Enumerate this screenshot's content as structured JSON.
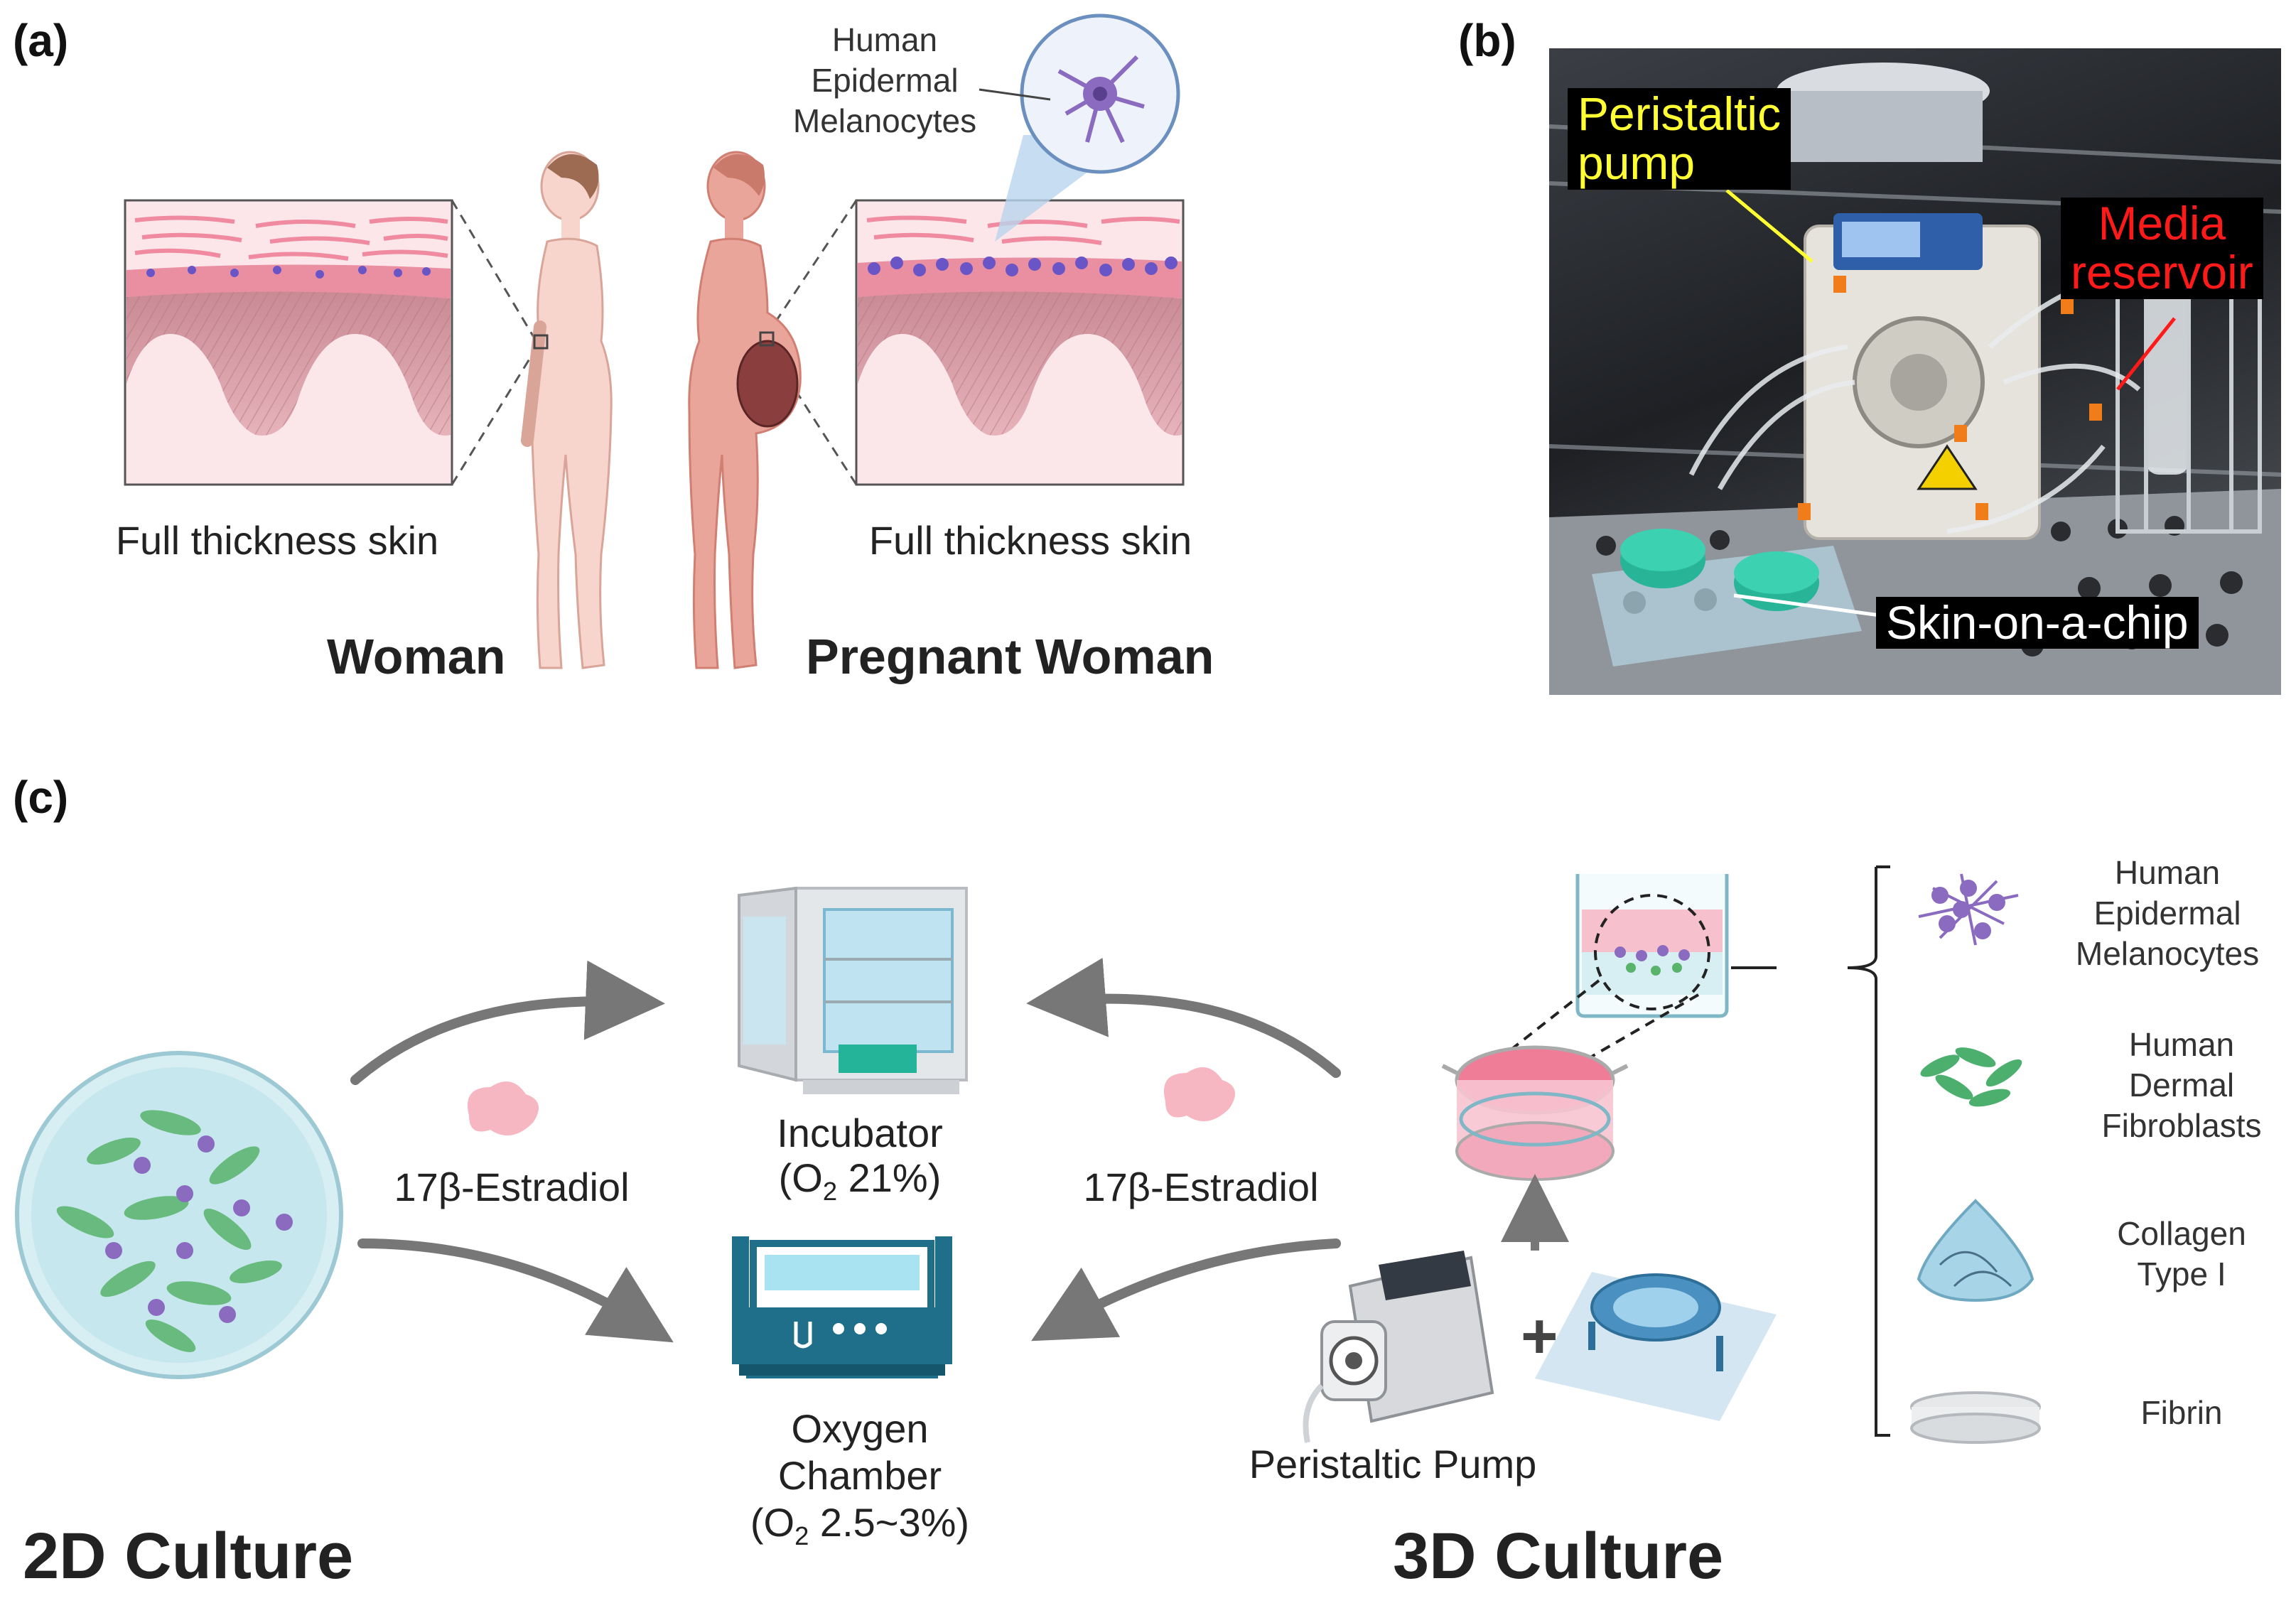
{
  "panel_a": {
    "letter": "(a)",
    "melanocyte_label": [
      "Human",
      "Epidermal",
      "Melanocytes"
    ],
    "skin_left_caption": "Full thickness skin",
    "skin_right_caption": "Full thickness skin",
    "woman_label": "Woman",
    "pregnant_label": "Pregnant Woman"
  },
  "panel_b": {
    "letter": "(b)",
    "pump_label": "Peristaltic\npump",
    "reservoir_label": "Media\nreservoir",
    "chip_label": "Skin-on-a-chip",
    "colors": {
      "pump_text": "#ffff33",
      "reservoir_text": "#ff1a1a",
      "chip_text": "#ffffff"
    }
  },
  "panel_c": {
    "letter": "(c)",
    "estradiol_left": "17β-Estradiol",
    "estradiol_right": "17β-Estradiol",
    "incubator_name": "Incubator",
    "incubator_o2_prefix": "(O",
    "incubator_o2_sub": "2",
    "incubator_o2_value": " 21%)",
    "chamber_line1": "Oxygen",
    "chamber_line2": "Chamber",
    "chamber_o2_prefix": "(O",
    "chamber_o2_sub": "2",
    "chamber_o2_value": " 2.5~3%)",
    "pump_label": "Peristaltic Pump",
    "plus": "+",
    "culture_2d": "2D Culture",
    "culture_3d": "3D Culture",
    "legend": [
      {
        "lines": [
          "Human",
          "Epidermal",
          "Melanocytes"
        ],
        "icon": "melanocyte-icon"
      },
      {
        "lines": [
          "Human",
          "Dermal",
          "Fibroblasts"
        ],
        "icon": "fibroblast-icon"
      },
      {
        "lines": [
          "Collagen",
          "Type I"
        ],
        "icon": "collagen-icon"
      },
      {
        "lines": [
          "Fibrin"
        ],
        "icon": "fibrin-icon"
      }
    ]
  },
  "colors": {
    "skin_pink": "#f4b8c4",
    "dermis": "#d9a0a8",
    "melanocyte_purple": "#8a6bbf",
    "fibroblast_green": "#4caf6e",
    "arrow_gray": "#777777",
    "teal": "#1f6f8b"
  }
}
